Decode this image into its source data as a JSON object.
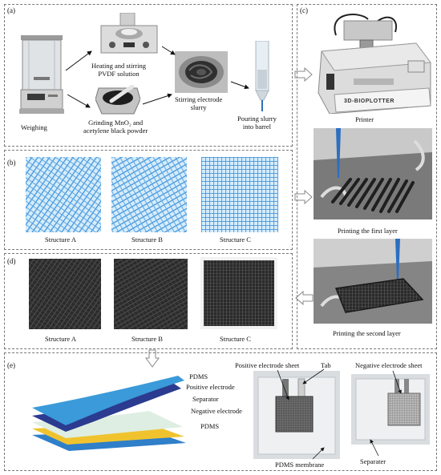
{
  "panels": {
    "a": {
      "tag": "(a)",
      "weighing": "Weighing",
      "heating_line1": "Heating and stirring",
      "heating_line2": "PVDF solution",
      "grinding_line1": "Grinding MnO₂ and",
      "grinding_line2": "acetylene black powder",
      "stirring_line1": "Stirring  electrode",
      "stirring_line2": "slurry",
      "pouring_line1": "Pouring slurry",
      "pouring_line2": "into barrel"
    },
    "b": {
      "tag": "(b)",
      "structures": [
        "Structure A",
        "Structure B",
        "Structure C"
      ]
    },
    "c": {
      "tag": "(c)",
      "printer": "Printer",
      "brand": "3D-BIOPLOTTER",
      "first_layer": "Printing the first layer",
      "second_layer": "Printing the second layer"
    },
    "d": {
      "tag": "(d)",
      "structures": [
        "Structure A",
        "Structure B",
        "Structure C"
      ]
    },
    "e": {
      "tag": "(e)",
      "layers": [
        "PDMS",
        "Positive electrode",
        "Separator",
        "Negative electrode",
        "PDMS"
      ],
      "positive_sheet": "Positive electrode sheet",
      "tab": "Tab",
      "pdms_membrane": "PDMS membrane",
      "negative_sheet": "Negative electrode sheet",
      "separater": "Separater"
    }
  }
}
